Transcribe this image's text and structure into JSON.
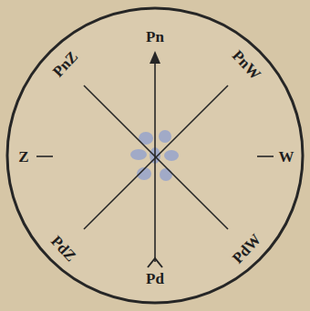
{
  "diagram": {
    "labels": [
      "Pn",
      "PnZ",
      "PnW",
      "Z",
      "W",
      "PdZ",
      "PdW",
      "Pd"
    ]
  }
}
